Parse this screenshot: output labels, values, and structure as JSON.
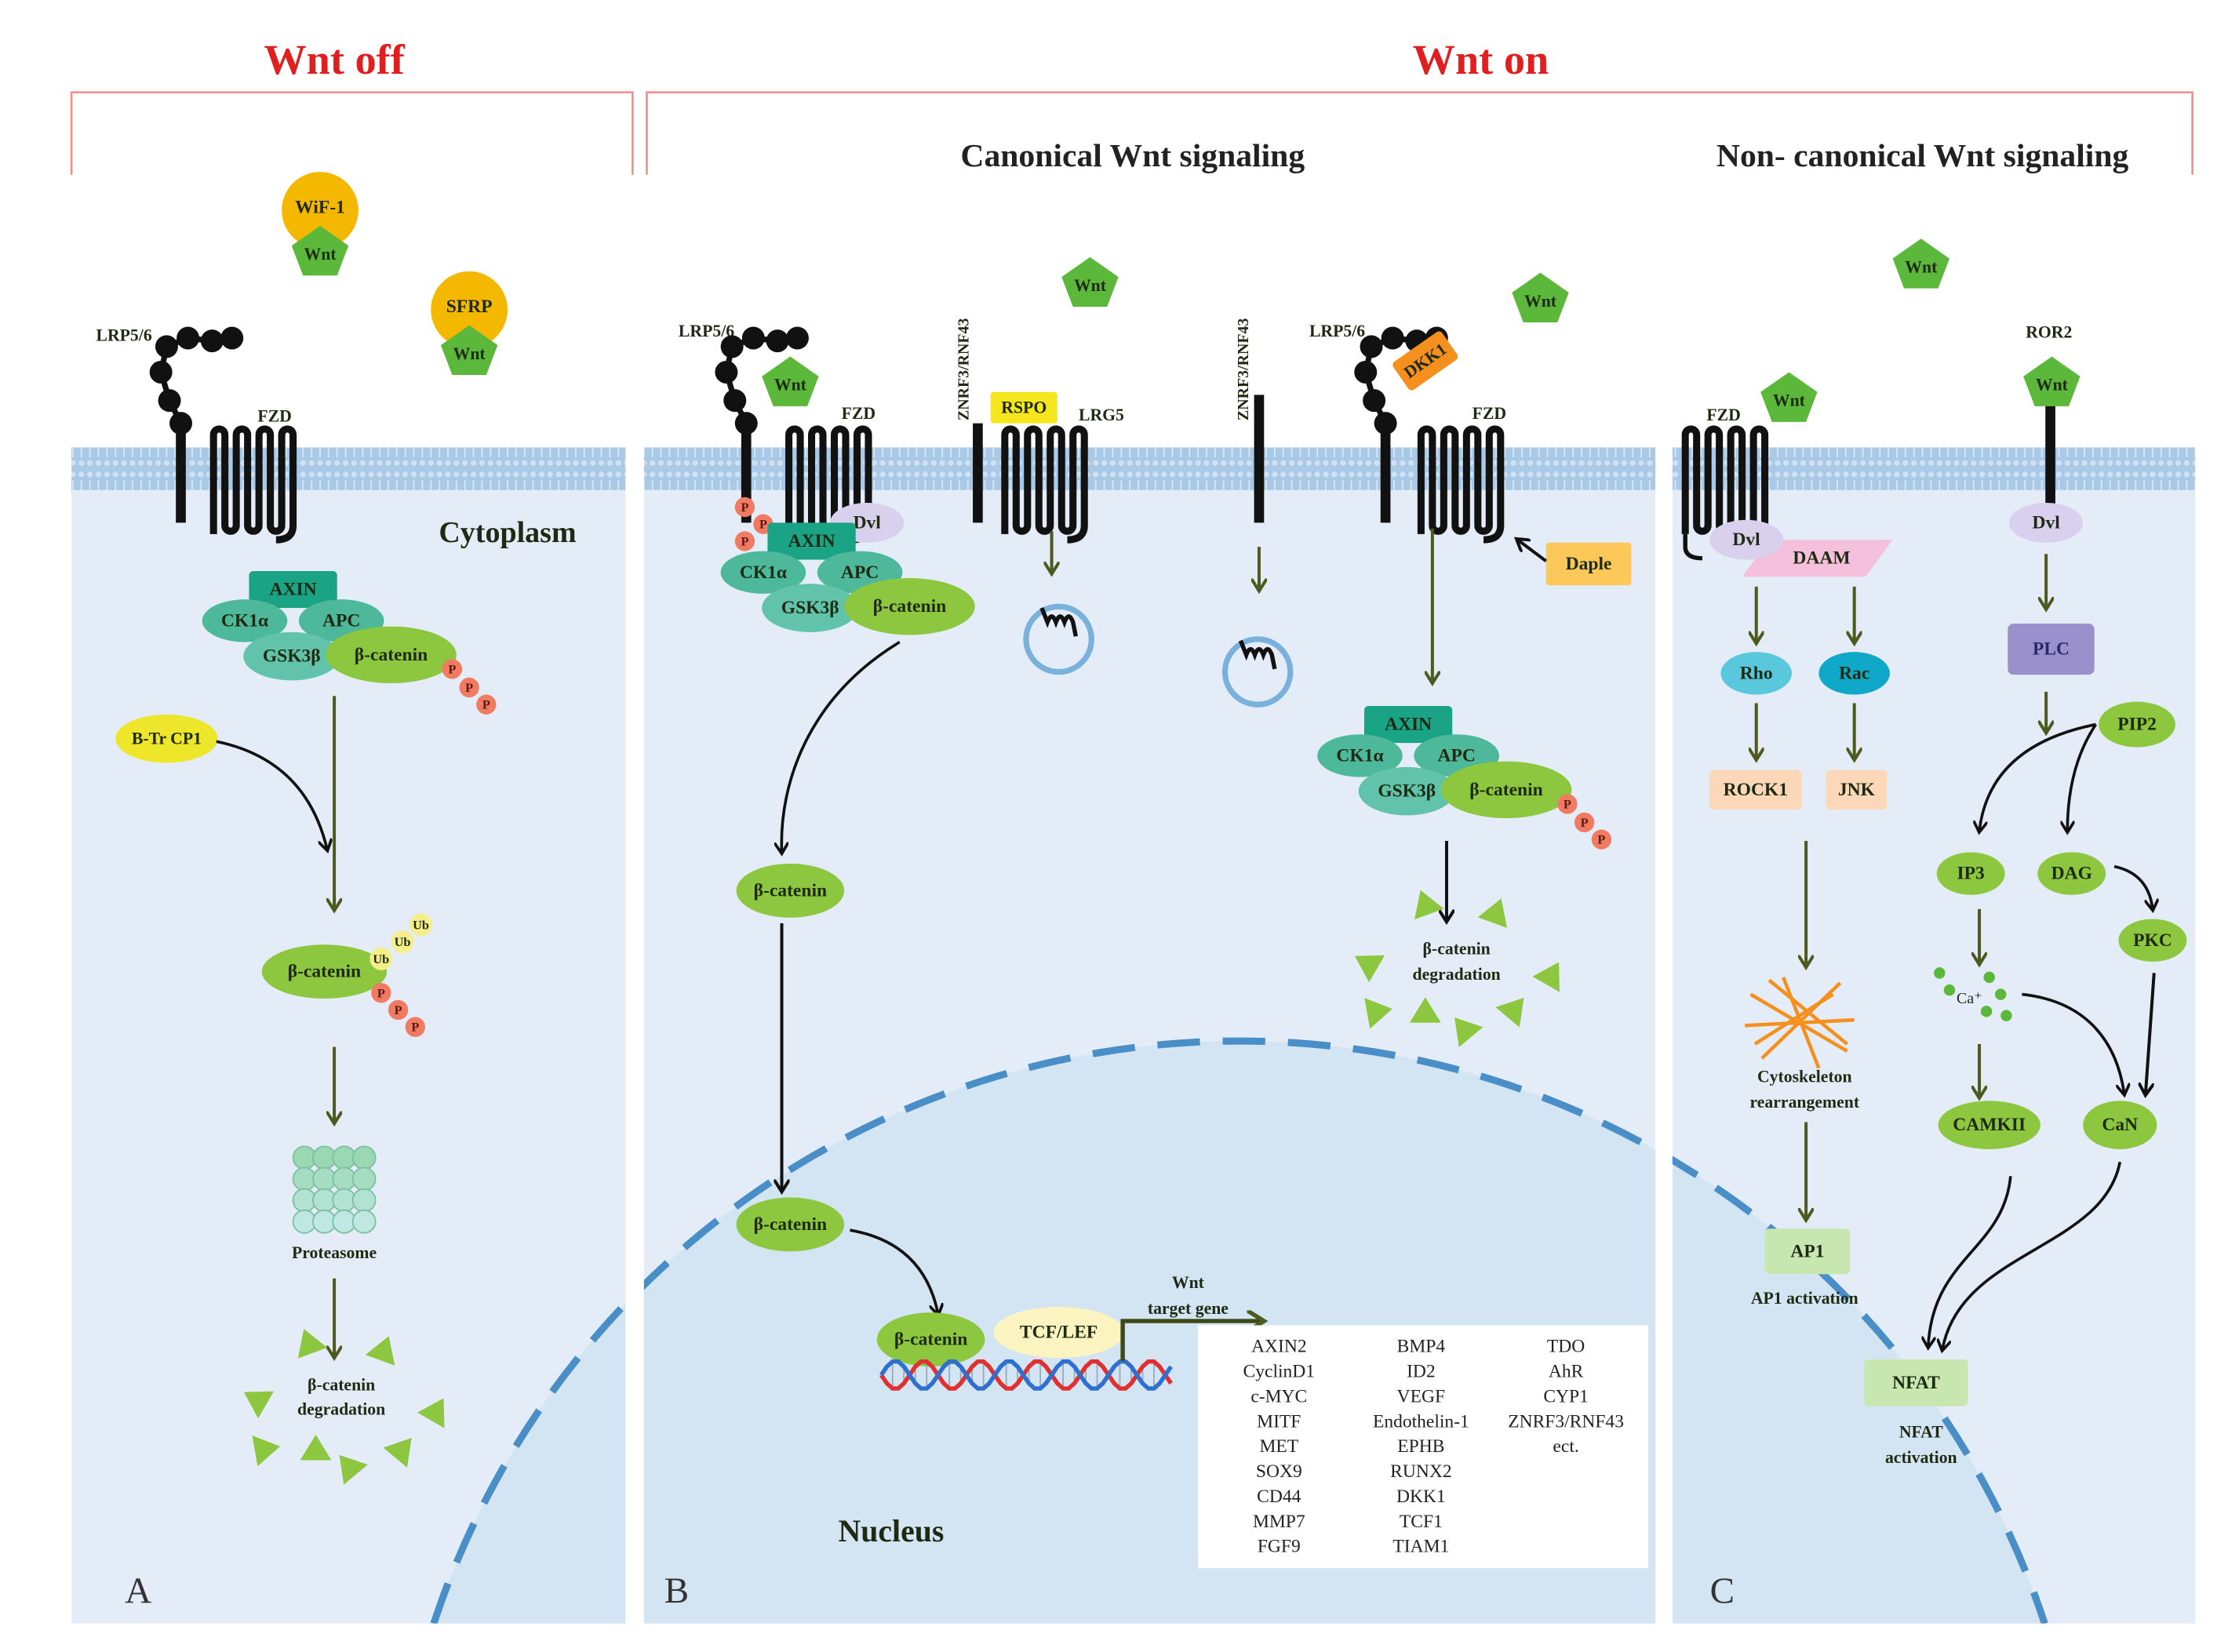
{
  "headers": {
    "wnt_off": "Wnt off",
    "wnt_on": "Wnt on",
    "color": "#e02020"
  },
  "colors": {
    "cytoplasm": "#e4edf7",
    "nucleus": "#d3e4f2",
    "nucleus_border": "#4a8ec8",
    "membrane": "#a9c9e6",
    "wnt": "#5cb83a",
    "axin": "#1aa385",
    "ck1a": "#4db89a",
    "gsk3b": "#62c3ab",
    "beta_catenin": "#8dc63f",
    "phosphate": "#f07a62",
    "ubiquitin": "#f4ef8a",
    "wif_sfrp": "#f5b800",
    "dvl": "#d8d0ec"
  },
  "panel_a": {
    "letter": "A",
    "wif1": "WiF-1",
    "wnt": "Wnt",
    "sfrp": "SFRP",
    "lrp": "LRP5/6",
    "fzd": "FZD",
    "cytoplasm": "Cytoplasm",
    "axin": "AXIN",
    "ck1a": "CK1α",
    "apc": "APC",
    "gsk3b": "GSK3β",
    "beta_catenin": "β-catenin",
    "p": "P",
    "btrcp": "B-Tr CP1",
    "ub": "Ub",
    "proteasome": "Proteasome",
    "degradation_1": "β-catenin",
    "degradation_2": "degradation"
  },
  "panel_b": {
    "letter": "B",
    "title": "Canonical Wnt signaling",
    "wnt": "Wnt",
    "lrp": "LRP5/6",
    "fzd": "FZD",
    "p": "P",
    "dvl": "Dvl",
    "axin": "AXIN",
    "ck1a": "CK1α",
    "apc": "APC",
    "gsk3b": "GSK3β",
    "beta_catenin": "β-catenin",
    "znrf": "ZNRF3/RNF43",
    "rspo": "RSPO",
    "lgr5": "LRG5",
    "dkk1": "DKK1",
    "daple": "Daple",
    "degradation_1": "β-catenin",
    "degradation_2": "degradation",
    "nucleus": "Nucleus",
    "tcf": "TCF/LEF",
    "target_1": "Wnt",
    "target_2": "target gene",
    "target_genes": [
      [
        "AXIN2",
        "CyclinD1",
        "c-MYC",
        "MITF",
        "MET",
        "SOX9",
        "CD44",
        "MMP7",
        "FGF9"
      ],
      [
        "BMP4",
        "ID2",
        "VEGF",
        "Endothelin-1",
        "EPHB",
        "RUNX2",
        "DKK1",
        "TCF1",
        "TIAM1"
      ],
      [
        "TDO",
        "AhR",
        "CYP1",
        "ZNRF3/RNF43",
        "ect."
      ]
    ]
  },
  "panel_c": {
    "letter": "C",
    "title": "Non- canonical Wnt signaling",
    "wnt": "Wnt",
    "fzd": "FZD",
    "ror2": "ROR2",
    "dvl": "Dvl",
    "daam": "DAAM",
    "rho": "Rho",
    "rac": "Rac",
    "rock1": "ROCK1",
    "jnk": "JNK",
    "plc": "PLC",
    "pip2": "PIP2",
    "ip3": "IP3",
    "dag": "DAG",
    "pkc": "PKC",
    "ca": "Ca⁺",
    "camkii": "CAMKII",
    "can": "CaN",
    "ap1": "AP1",
    "ap1_activation": "AP1 activation",
    "cytoskeleton_1": "Cytoskeleton",
    "cytoskeleton_2": "rearrangement",
    "nfat": "NFAT",
    "nfat_activation_1": "NFAT",
    "nfat_activation_2": "activation"
  }
}
